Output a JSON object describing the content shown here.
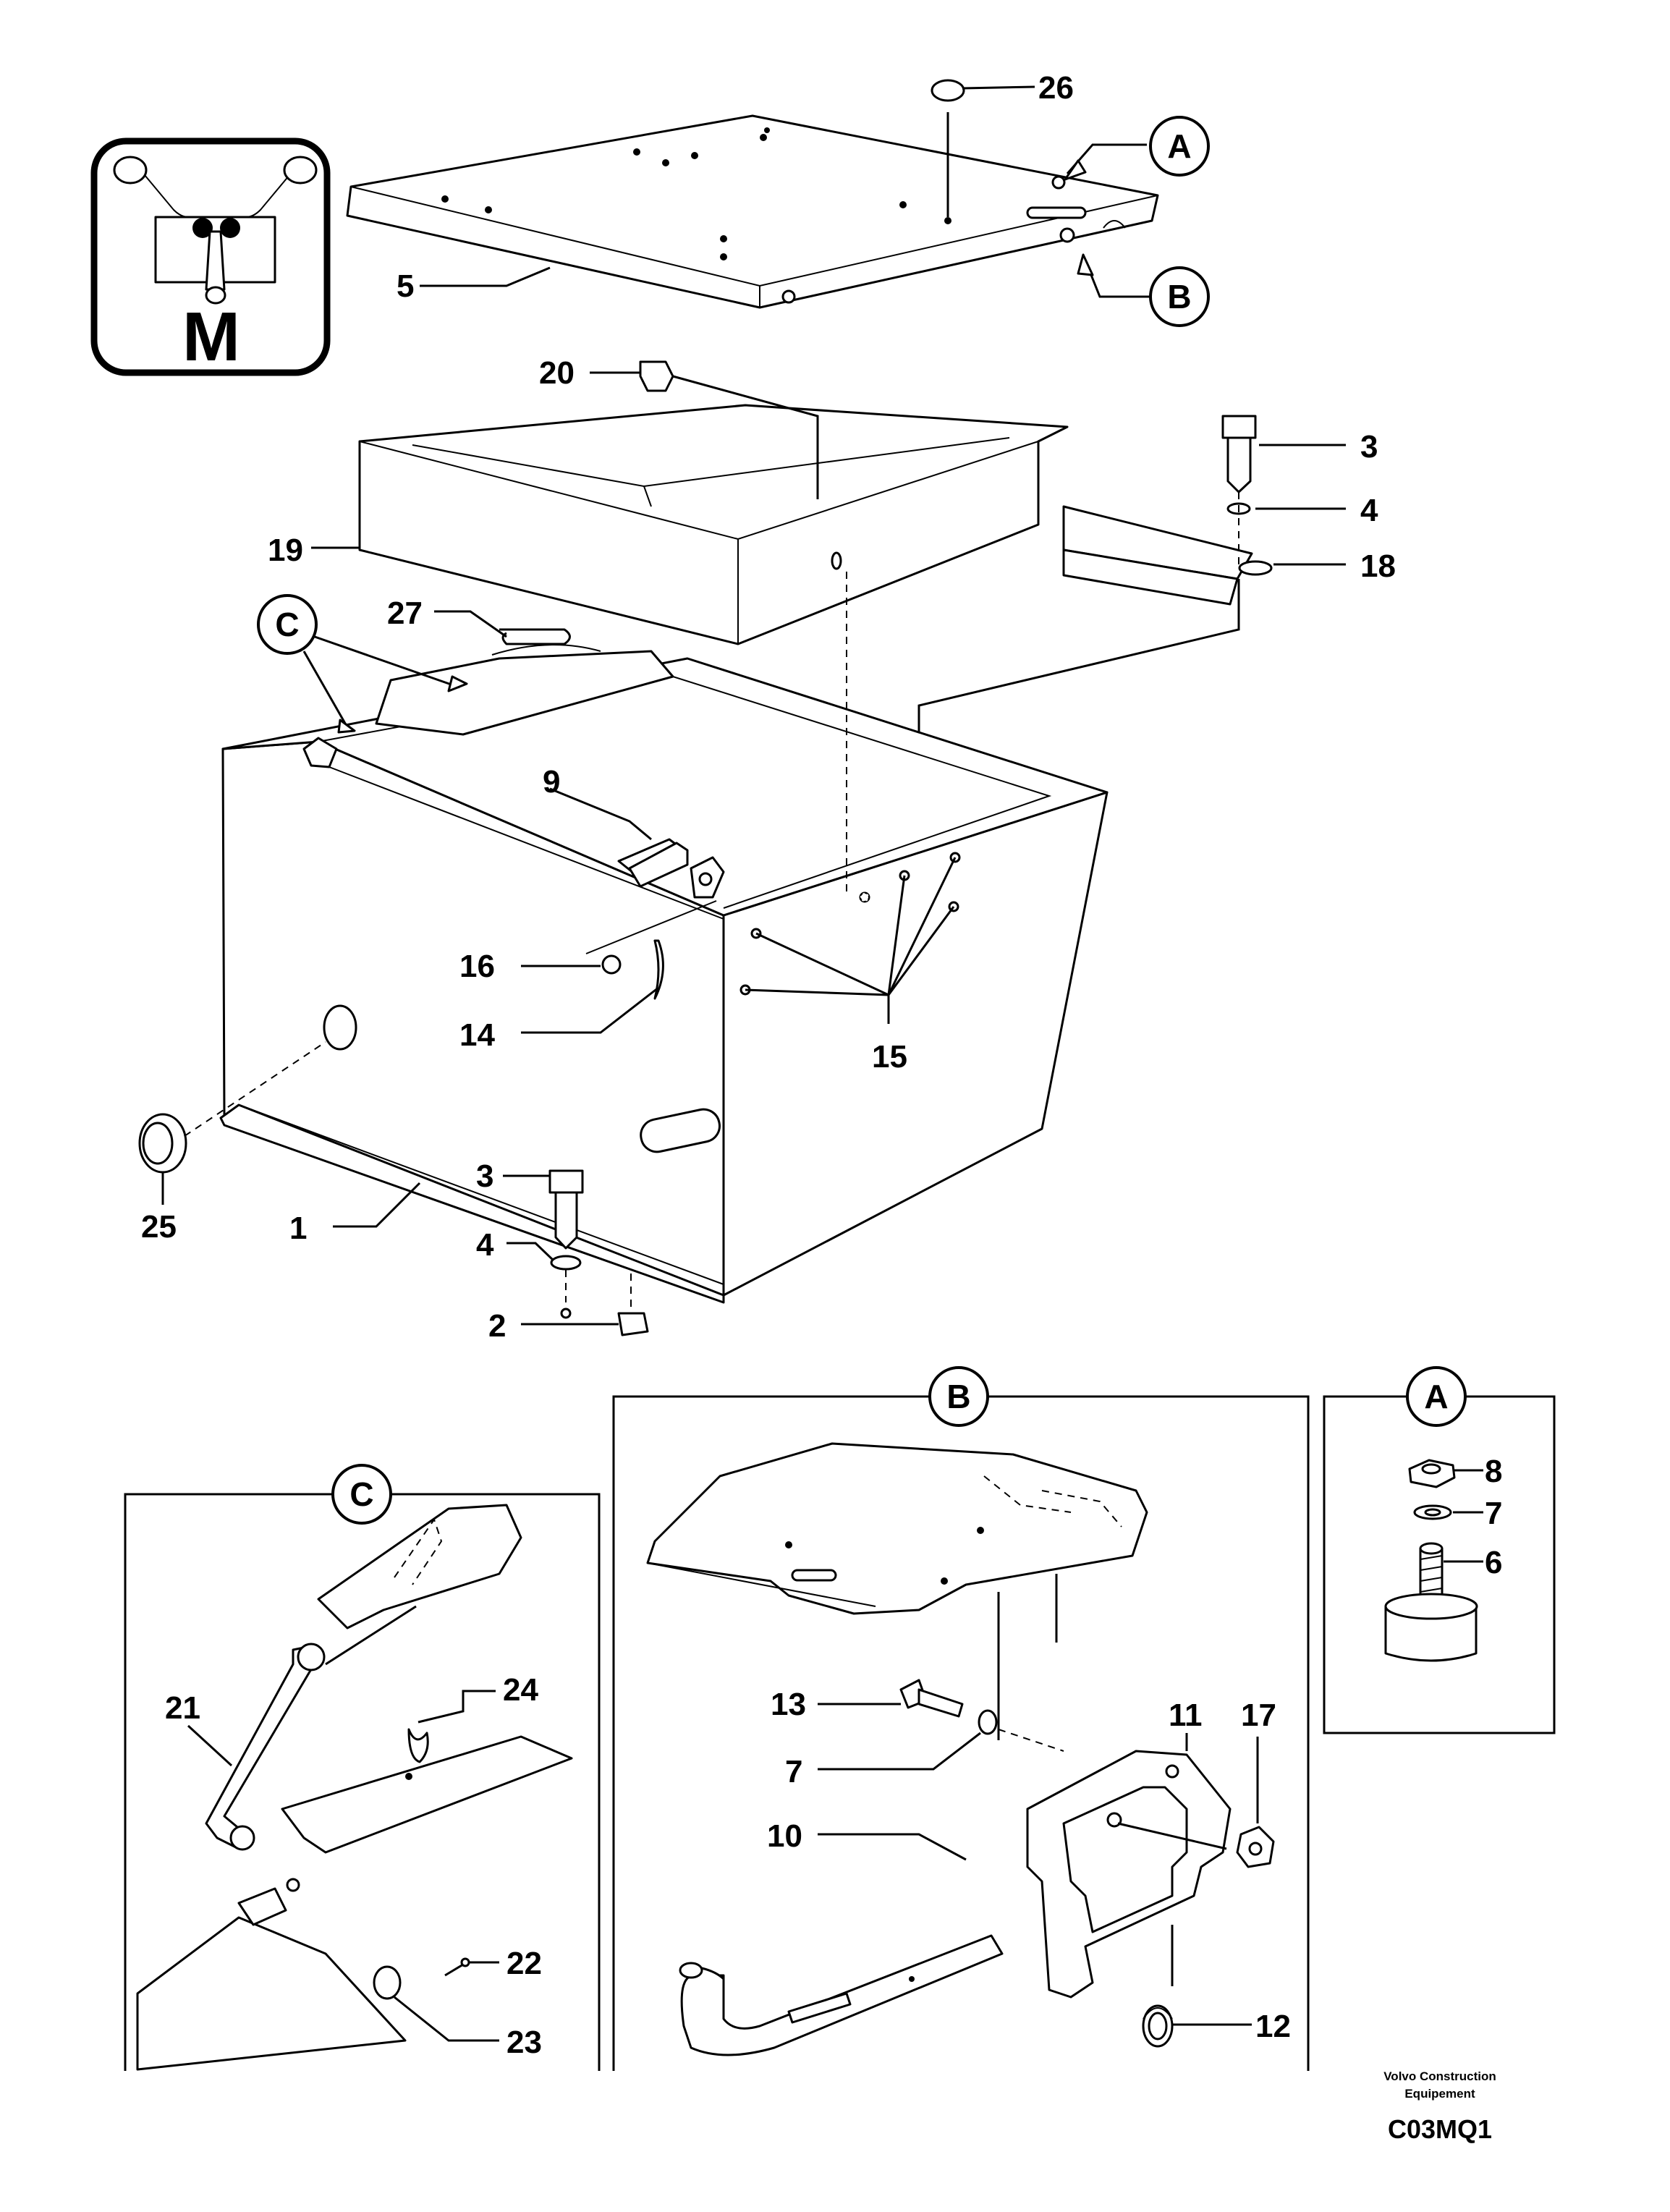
{
  "logo": {
    "letter": "M"
  },
  "callouts": {
    "p26": "26",
    "pA": "A",
    "pB": "B",
    "p5": "5",
    "p20": "20",
    "p3a": "3",
    "p4a": "4",
    "p18": "18",
    "p19": "19",
    "pC": "C",
    "p27": "27",
    "p9": "9",
    "p16": "16",
    "p14": "14",
    "p15": "15",
    "p3b": "3",
    "p4b": "4",
    "p25": "25",
    "p1": "1",
    "p2": "2"
  },
  "detail_b": {
    "title": "B",
    "labels": {
      "p13": "13",
      "p7": "7",
      "p10": "10",
      "p11": "11",
      "p17": "17",
      "p12": "12"
    }
  },
  "detail_a": {
    "title": "A",
    "labels": {
      "p8": "8",
      "p7": "7",
      "p6": "6"
    }
  },
  "detail_c": {
    "title": "C",
    "labels": {
      "p21": "21",
      "p24": "24",
      "p22": "22",
      "p23": "23"
    }
  },
  "credit": {
    "line1": "Volvo Construction",
    "line2": "Equipement"
  },
  "drawing_code": "C03MQ1"
}
